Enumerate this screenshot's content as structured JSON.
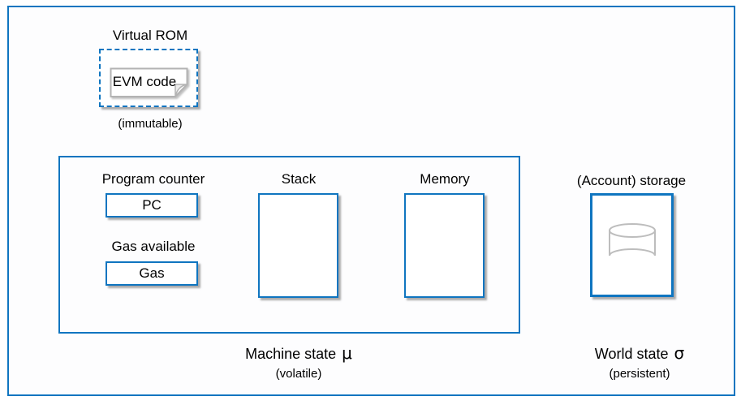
{
  "colors": {
    "accent_blue": "#0f75c0",
    "text": "#000000",
    "note_border": "#b3b3b3",
    "cylinder_gray": "#bdbdbd"
  },
  "virtual_rom": {
    "label": "Virtual ROM",
    "code_label": "EVM code",
    "caption": "(immutable)",
    "icon": "note-folded-corner-icon"
  },
  "machine_state": {
    "program_counter_label": "Program counter",
    "program_counter_box": "PC",
    "gas_label": "Gas available",
    "gas_box": "Gas",
    "stack_label": "Stack",
    "memory_label": "Memory",
    "caption": "Machine state",
    "caption_symbol": "μ",
    "caption_sub": "(volatile)"
  },
  "world_state": {
    "storage_label": "(Account) storage",
    "caption": "World state",
    "caption_symbol": "σ",
    "caption_sub": "(persistent)",
    "icon": "database-cylinder-icon"
  }
}
